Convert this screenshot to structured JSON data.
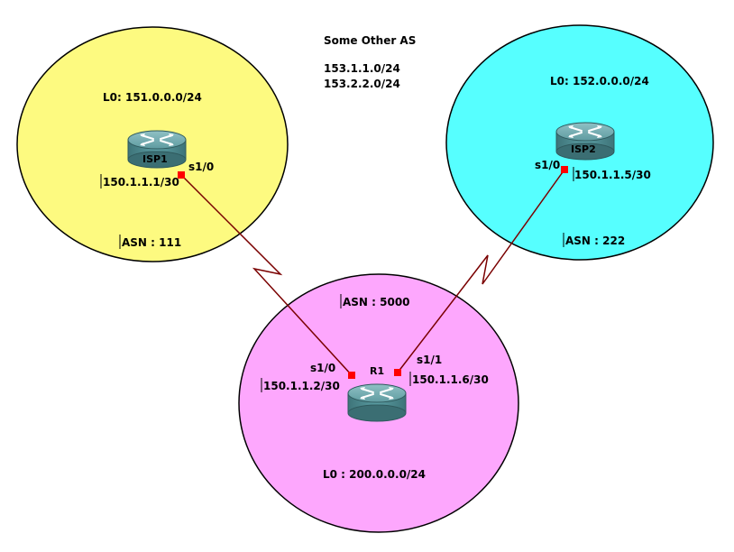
{
  "colors": {
    "isp1_zone": "#fdfa80",
    "isp2_zone": "#56ffff",
    "r1_zone": "#fda7fd",
    "link": "#7a0000",
    "interface_marker": "#ff0000",
    "router_body": "#4f8d92"
  },
  "other_as": {
    "title": "Some Other AS",
    "prefixes": [
      "153.1.1.0/24",
      "153.2.2.0/24"
    ]
  },
  "isp1": {
    "name": "ISP1",
    "loopback": "L0: 151.0.0.0/24",
    "interface": "s1/0",
    "address": "150.1.1.1/30",
    "asn": "ASN : 111"
  },
  "isp2": {
    "name": "ISP2",
    "loopback": "L0: 152.0.0.0/24",
    "interface": "s1/0",
    "address": "150.1.1.5/30",
    "asn": "ASN : 222"
  },
  "r1": {
    "name": "R1",
    "asn": "ASN : 5000",
    "loopback": "L0 : 200.0.0.0/24",
    "if_to_isp1": "s1/0",
    "addr_to_isp1": "150.1.1.2/30",
    "if_to_isp2": "s1/1",
    "addr_to_isp2": "150.1.1.6/30"
  }
}
